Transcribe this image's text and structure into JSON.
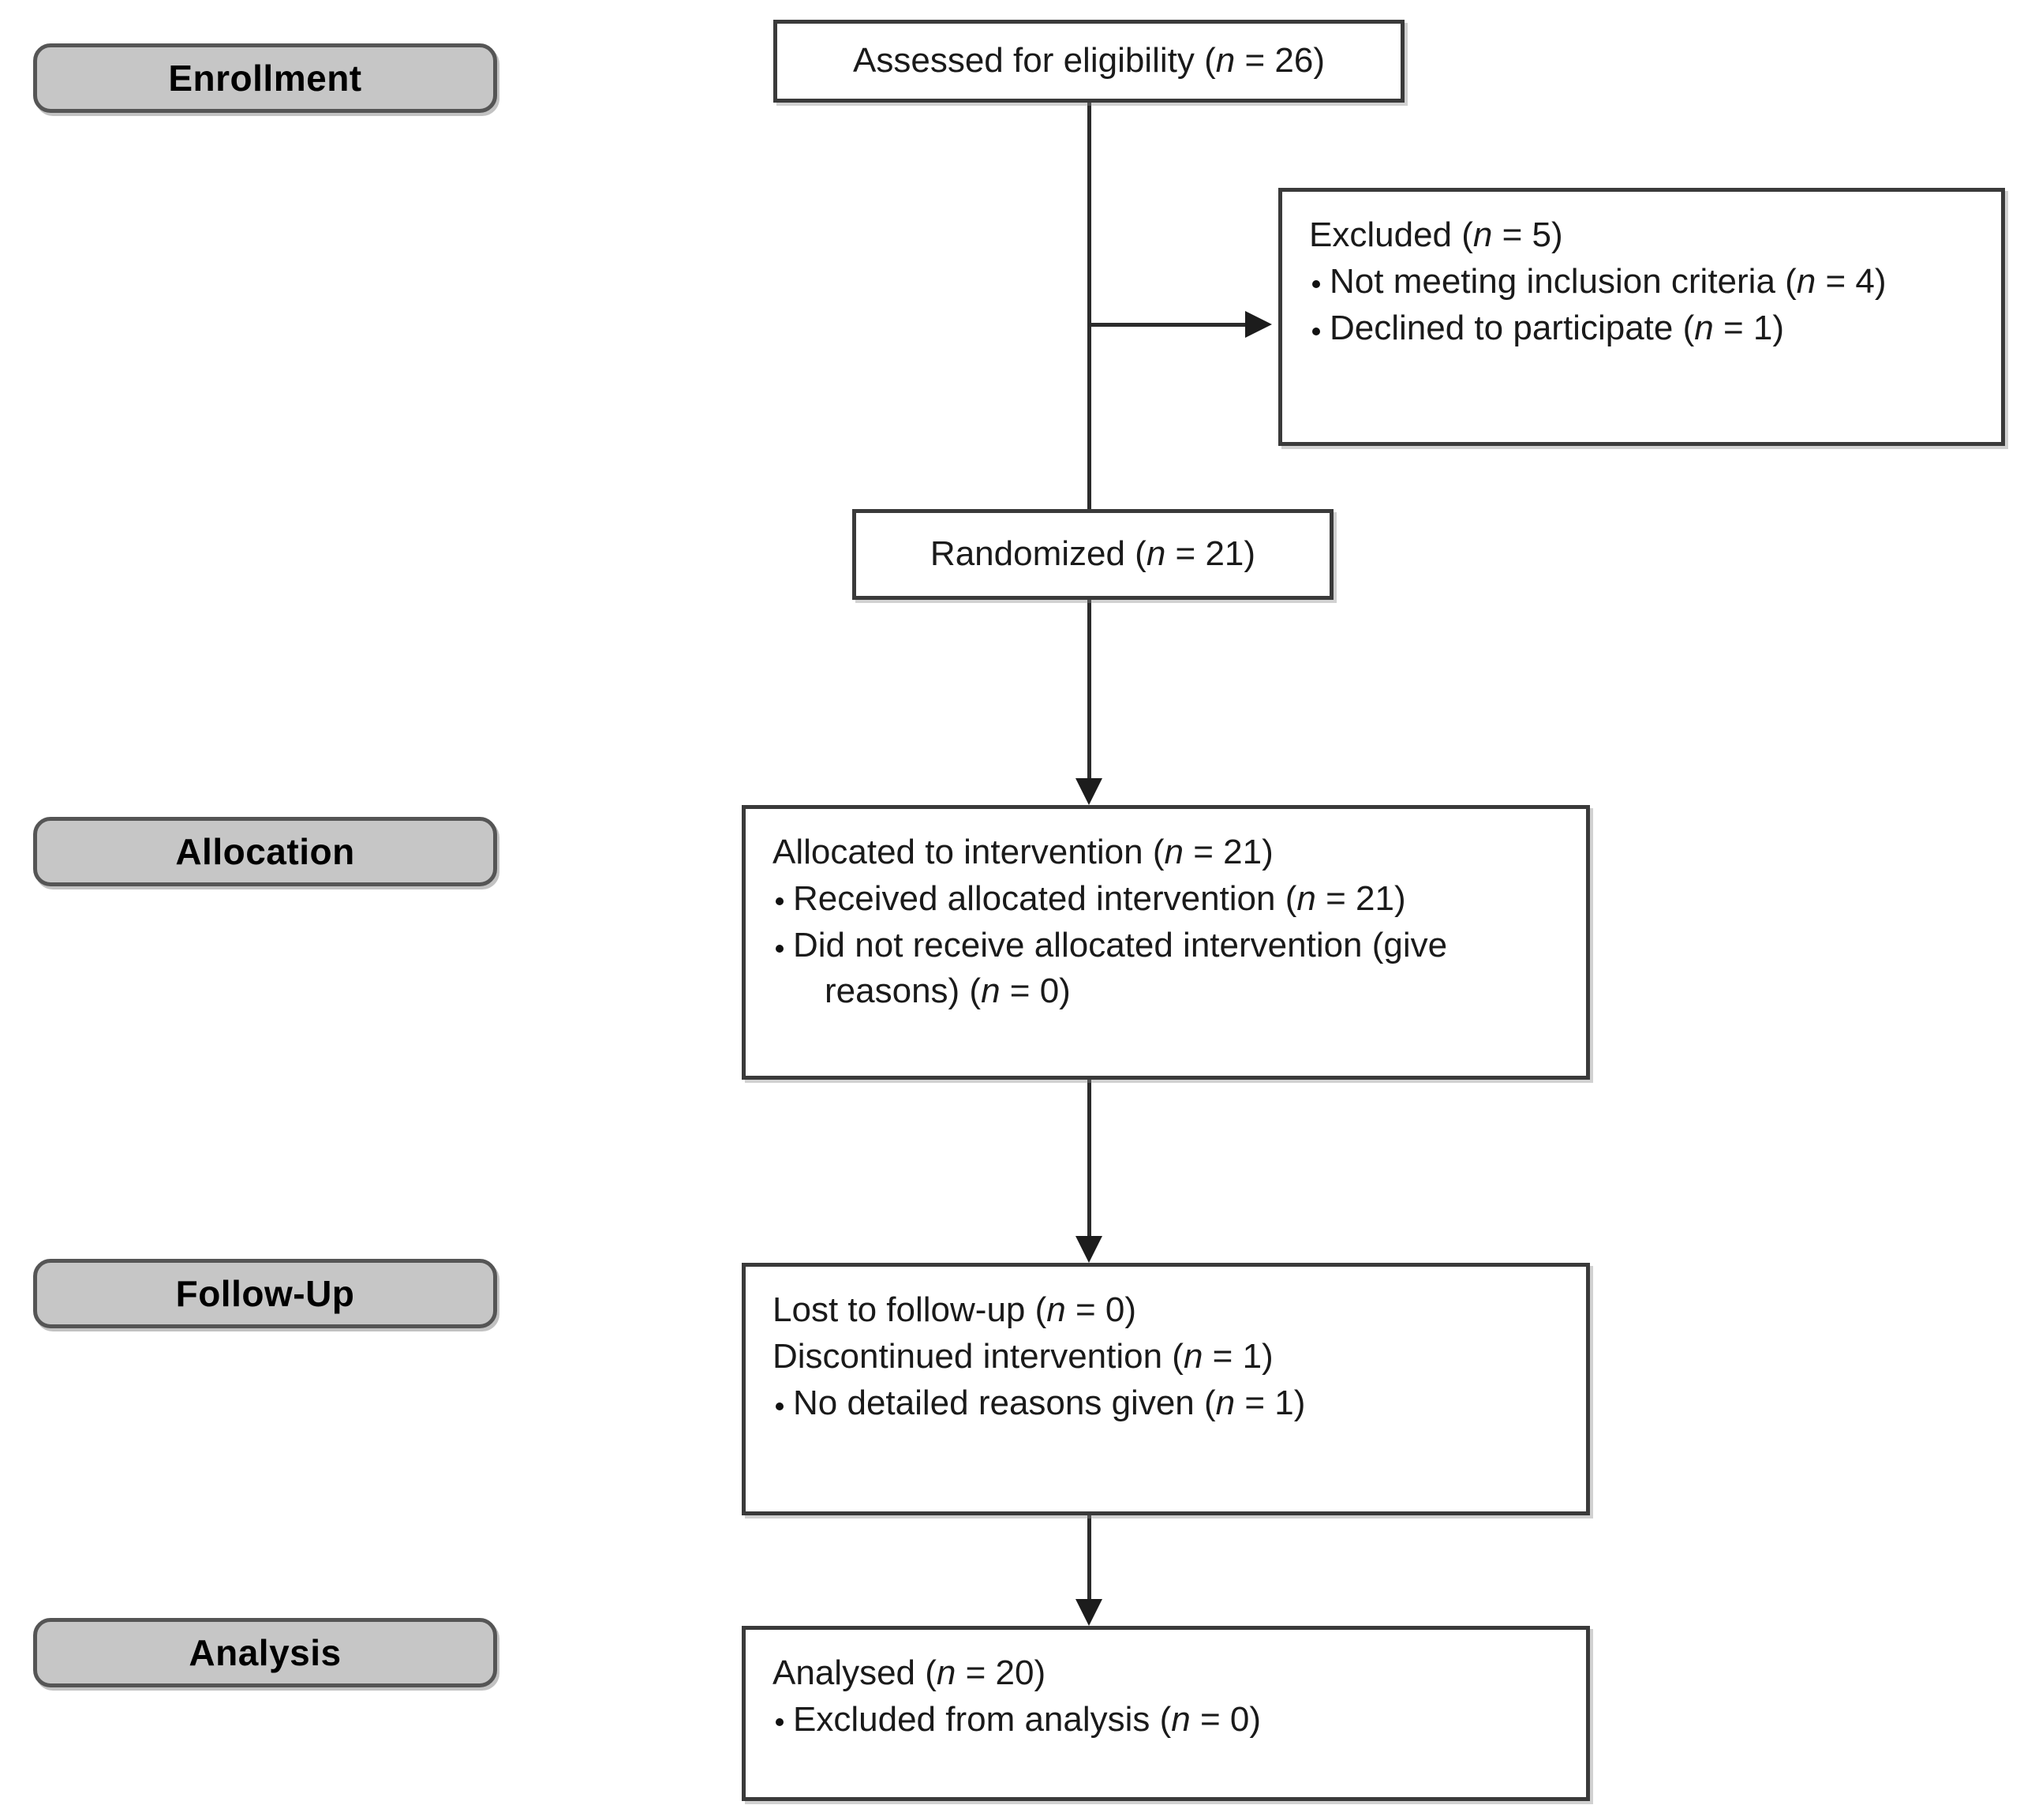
{
  "diagram": {
    "title": "CONSORT participant flow diagram",
    "type": "flowchart",
    "colors": {
      "pill_fill": "#c6c6c6",
      "pill_border": "#555555",
      "box_border": "#3a3a3a",
      "box_fill": "#ffffff",
      "connector": "#2b2b2b",
      "text": "#1a1a1a"
    }
  },
  "stages": [
    {
      "id": "enrollment",
      "label": "Enrollment"
    },
    {
      "id": "allocation",
      "label": "Allocation"
    },
    {
      "id": "followup",
      "label": "Follow-Up"
    },
    {
      "id": "analysis",
      "label": "Analysis"
    }
  ],
  "boxes": {
    "assessed": {
      "id": "assessed-for-eligibility",
      "lines": [
        {
          "type": "plain",
          "text": "Assessed for eligibility (n = 26)"
        }
      ]
    },
    "excluded": {
      "id": "excluded",
      "lines": [
        {
          "type": "plain",
          "text": "Excluded (n = 5)"
        },
        {
          "type": "bullet",
          "text": "Not meeting inclusion criteria (n = 4)"
        },
        {
          "type": "bullet",
          "text": "Declined to participate (n = 1)"
        }
      ]
    },
    "randomized": {
      "id": "randomized",
      "lines": [
        {
          "type": "plain",
          "text": "Randomized (n = 21)"
        }
      ]
    },
    "allocated": {
      "id": "allocated-to-intervention",
      "lines": [
        {
          "type": "plain",
          "text": "Allocated to intervention (n = 21)"
        },
        {
          "type": "bullet",
          "text": "Received allocated intervention (n = 21)"
        },
        {
          "type": "bullet",
          "text": "Did not receive allocated intervention (give",
          "continuation": "reasons) (n = 0)"
        }
      ]
    },
    "followup": {
      "id": "follow-up",
      "lines": [
        {
          "type": "plain",
          "text": "Lost to follow-up (n = 0)"
        },
        {
          "type": "plain",
          "text": "Discontinued intervention (n = 1)"
        },
        {
          "type": "bullet",
          "text": "No detailed reasons given (n = 1)"
        }
      ]
    },
    "analysed": {
      "id": "analysed",
      "lines": [
        {
          "type": "plain",
          "text": "Analysed (n = 20)"
        },
        {
          "type": "bullet",
          "text": "Excluded from analysis (n = 0)"
        }
      ]
    }
  },
  "chart_data": {
    "type": "flow",
    "title": "CONSORT flow diagram",
    "nodes": [
      {
        "id": "assessed",
        "stage": "Enrollment",
        "label": "Assessed for eligibility",
        "n": 26
      },
      {
        "id": "excluded",
        "stage": "Enrollment",
        "label": "Excluded",
        "n": 5,
        "reasons": [
          {
            "label": "Not meeting inclusion criteria",
            "n": 4
          },
          {
            "label": "Declined to participate",
            "n": 1
          }
        ]
      },
      {
        "id": "randomized",
        "stage": "Enrollment",
        "label": "Randomized",
        "n": 21
      },
      {
        "id": "allocated",
        "stage": "Allocation",
        "label": "Allocated to intervention",
        "n": 21,
        "details": [
          {
            "label": "Received allocated intervention",
            "n": 21
          },
          {
            "label": "Did not receive allocated intervention (give reasons)",
            "n": 0
          }
        ]
      },
      {
        "id": "followup",
        "stage": "Follow-Up",
        "label": "Follow-up",
        "details": [
          {
            "label": "Lost to follow-up",
            "n": 0
          },
          {
            "label": "Discontinued intervention",
            "n": 1
          },
          {
            "label": "No detailed reasons given",
            "n": 1
          }
        ]
      },
      {
        "id": "analysed",
        "stage": "Analysis",
        "label": "Analysed",
        "n": 20,
        "details": [
          {
            "label": "Excluded from analysis",
            "n": 0
          }
        ]
      }
    ],
    "edges": [
      {
        "from": "assessed",
        "to": "excluded",
        "arrow": true
      },
      {
        "from": "assessed",
        "to": "randomized",
        "arrow": false
      },
      {
        "from": "randomized",
        "to": "allocated",
        "arrow": true
      },
      {
        "from": "allocated",
        "to": "followup",
        "arrow": true
      },
      {
        "from": "followup",
        "to": "analysed",
        "arrow": true
      }
    ]
  }
}
